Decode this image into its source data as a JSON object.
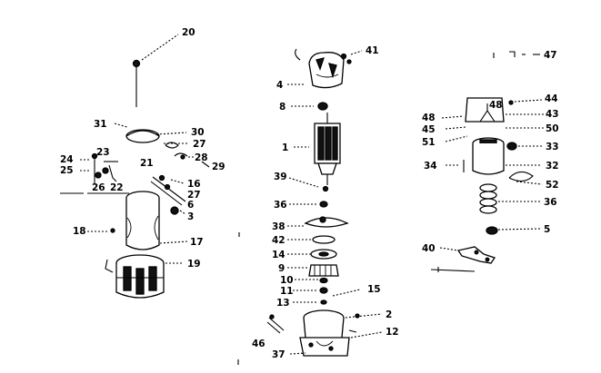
{
  "labels": {
    "l20": "20",
    "l41": "41",
    "l4": "4",
    "l8": "8",
    "l1": "1",
    "l31": "31",
    "l30": "30",
    "l27a": "27",
    "l28": "28",
    "l29": "29",
    "l23": "23",
    "l24": "24",
    "l21": "21",
    "l25": "25",
    "l26": "26",
    "l22": "22",
    "l16": "16",
    "l27b": "27",
    "l6": "6",
    "l3": "3",
    "l18": "18",
    "l17": "17",
    "l19": "19",
    "l39": "39",
    "l36a": "36",
    "l38": "38",
    "l42": "42",
    "l14": "14",
    "l9": "9",
    "l10": "10",
    "l11": "11",
    "l13": "13",
    "l15": "15",
    "l2": "2",
    "l12": "12",
    "l46": "46",
    "l37": "37",
    "l47": "47",
    "l44": "44",
    "l48a": "48",
    "l43": "43",
    "l48b": "48",
    "l45": "45",
    "l50": "50",
    "l51": "51",
    "l33": "33",
    "l34": "34",
    "l32": "32",
    "l52": "52",
    "l36b": "36",
    "l5": "5",
    "l40": "40"
  }
}
